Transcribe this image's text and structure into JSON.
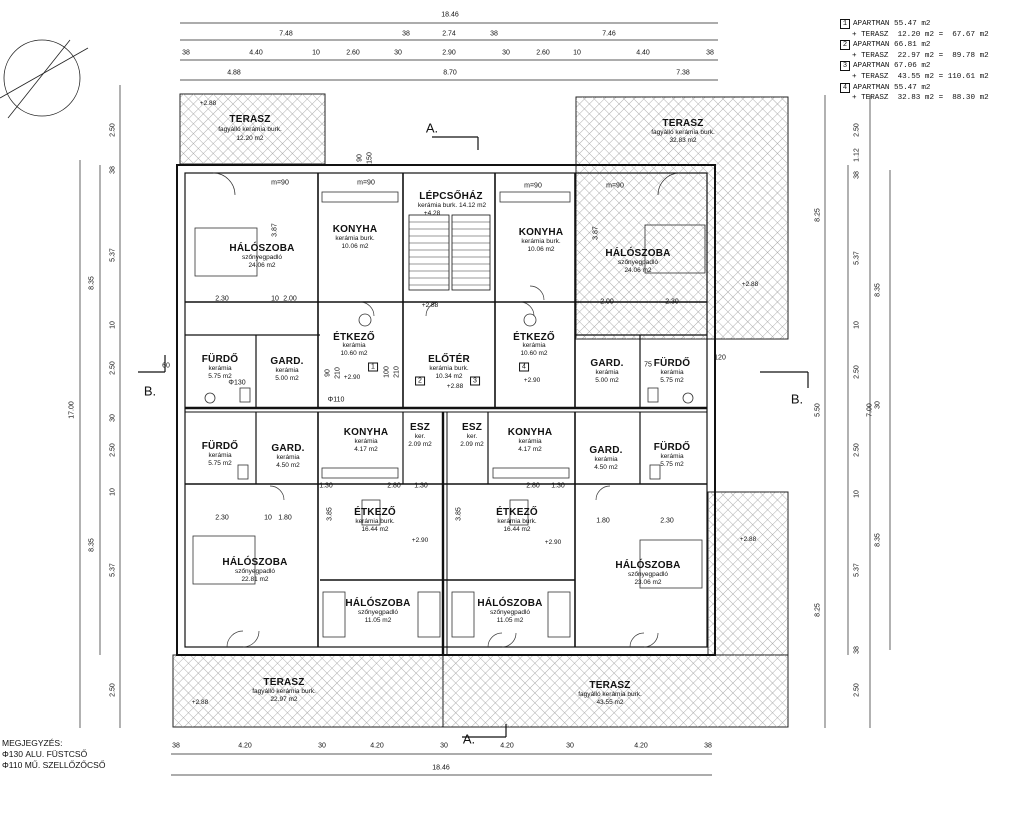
{
  "legend": [
    {
      "n": "1",
      "apt": "APARTMAN 55.47 m2",
      "ter": "+ TERASZ  12.20 m2 =  67.67 m2"
    },
    {
      "n": "2",
      "apt": "APARTMAN 66.81 m2",
      "ter": "+ TERASZ  22.97 m2 =  89.78 m2"
    },
    {
      "n": "3",
      "apt": "APARTMAN 67.06 m2",
      "ter": "+ TERASZ  43.55 m2 = 110.61 m2"
    },
    {
      "n": "4",
      "apt": "APARTMAN 55.47 m2",
      "ter": "+ TERASZ  32.83 m2 =  88.30 m2"
    }
  ],
  "note": {
    "title": "MEGJEGYZÉS:",
    "line1": "Φ130 ALU. FÜSTCSŐ",
    "line2": "Φ110 MŰ. SZELLŐZŐCSŐ"
  },
  "sections": {
    "a": "A.",
    "b": "B."
  },
  "rooms": {
    "terasz_nw": {
      "name": "TERASZ",
      "sub": "fagyálló kerámia burk.",
      "area": "12.20 m2"
    },
    "terasz_ne": {
      "name": "TERASZ",
      "sub": "fagyálló kerámia burk.",
      "area": "32.83 m2"
    },
    "terasz_sw": {
      "name": "TERASZ",
      "sub": "fagyálló kerámia burk.",
      "area": "22.97 m2"
    },
    "terasz_se": {
      "name": "TERASZ",
      "sub": "fagyálló kerámia burk.",
      "area": "43.55 m2"
    },
    "halo_nw": {
      "name": "HÁLÓSZOBA",
      "sub": "szőnyegpadló",
      "area": "24.06 m2"
    },
    "halo_ne": {
      "name": "HÁLÓSZOBA",
      "sub": "szőnyegpadló",
      "area": "24.06 m2"
    },
    "halo_sw": {
      "name": "HÁLÓSZOBA",
      "sub": "szőnyegpadló",
      "area": "22.81 m2"
    },
    "halo_se": {
      "name": "HÁLÓSZOBA",
      "sub": "szőnyegpadló",
      "area": "23.06 m2"
    },
    "halo_sc1": {
      "name": "HÁLÓSZOBA",
      "sub": "szőnyegpadló",
      "area": "11.05 m2"
    },
    "halo_sc2": {
      "name": "HÁLÓSZOBA",
      "sub": "szőnyegpadló",
      "area": "11.05 m2"
    },
    "konyha_n1": {
      "name": "KONYHA",
      "sub": "kerámia burk.",
      "area": "10.06 m2"
    },
    "konyha_n2": {
      "name": "KONYHA",
      "sub": "kerámia burk.",
      "area": "10.06 m2"
    },
    "konyha_s1": {
      "name": "KONYHA",
      "sub": "kerámia",
      "area": "4.17 m2"
    },
    "konyha_s2": {
      "name": "KONYHA",
      "sub": "kerámia",
      "area": "4.17 m2"
    },
    "lepcso": {
      "name": "LÉPCSŐHÁZ",
      "sub": "kerámia burk. 14.12 m2"
    },
    "elo": {
      "name": "ELŐTÉR",
      "sub": "kerámia burk.",
      "area": "10.34 m2"
    },
    "etk_n1": {
      "name": "ÉTKEZŐ",
      "sub": "kerámia",
      "area": "10.60 m2"
    },
    "etk_n2": {
      "name": "ÉTKEZŐ",
      "sub": "kerámia",
      "area": "10.60 m2"
    },
    "etk_s1": {
      "name": "ÉTKEZŐ",
      "sub": "kerámia burk.",
      "area": "16.44 m2"
    },
    "etk_s2": {
      "name": "ÉTKEZŐ",
      "sub": "kerámia burk.",
      "area": "16.44 m2"
    },
    "furdo_nw": {
      "name": "FÜRDŐ",
      "sub": "kerámia",
      "area": "5.75 m2"
    },
    "furdo_ne": {
      "name": "FÜRDŐ",
      "sub": "kerámia",
      "area": "5.75 m2"
    },
    "furdo_sw": {
      "name": "FÜRDŐ",
      "sub": "kerámia",
      "area": "5.75 m2"
    },
    "furdo_se": {
      "name": "FÜRDŐ",
      "sub": "kerámia",
      "area": "5.75 m2"
    },
    "gard_nw": {
      "name": "GARD.",
      "sub": "kerámia",
      "area": "5.00 m2"
    },
    "gard_ne": {
      "name": "GARD.",
      "sub": "kerámia",
      "area": "5.00 m2"
    },
    "gard_sw": {
      "name": "GARD.",
      "sub": "kerámia",
      "area": "4.50 m2"
    },
    "gard_se": {
      "name": "GARD.",
      "sub": "kerámia",
      "area": "4.50 m2"
    },
    "esz1": {
      "name": "ESZ",
      "sub": "ker.",
      "area": "2.09 m2"
    },
    "esz2": {
      "name": "ESZ",
      "sub": "ker.",
      "area": "2.09 m2"
    }
  },
  "levels": [
    "+2.88",
    "+2.90",
    "+4.28"
  ],
  "apt_numbers": [
    "1",
    "2",
    "3",
    "4"
  ],
  "dims": {
    "top_total": "18.46",
    "top_row2": [
      "7.48",
      "38",
      "2.74",
      "38",
      "7.46"
    ],
    "top_row3": [
      "38",
      "4.40",
      "10",
      "2.60",
      "30",
      "2.90",
      "30",
      "2.60",
      "10",
      "4.40",
      "38"
    ],
    "top_row4": [
      "4.88",
      "8.70",
      "7.38"
    ],
    "bot_row1": [
      "38",
      "4.20",
      "30",
      "4.20",
      "30",
      "4.20",
      "30",
      "4.20",
      "38"
    ],
    "bot_total": "18.46",
    "left_outer": [
      "2.50",
      "8.35",
      "17.00",
      "8.35",
      "2.50"
    ],
    "left_inner": [
      "38",
      "5.37",
      "10",
      "2.50",
      "30",
      "2.50",
      "10",
      "5.37"
    ],
    "right_outer": [
      "8.25",
      "5.50",
      "8.25"
    ],
    "right_mid": [
      "8.35",
      "7.00",
      "8.35"
    ],
    "right_inner": [
      "2.50",
      "1.12",
      "38",
      "5.37",
      "10",
      "2.50",
      "30",
      "2.50",
      "10",
      "5.37",
      "38",
      "2.50"
    ],
    "internal": [
      "2.30",
      "10",
      "2.00",
      "2.00",
      "2.30",
      "1.80",
      "10",
      "2.30",
      "1.80",
      "2.30",
      "1.30",
      "2.80",
      "1.30",
      "2.80",
      "1.30",
      "3.87",
      "3.87",
      "3.85",
      "3.85",
      "m=90",
      "m=90",
      "m=90",
      "m=90",
      "90",
      "150",
      "90",
      "210",
      "100",
      "210",
      "75",
      "120",
      "60",
      "Φ130",
      "Φ110"
    ]
  }
}
